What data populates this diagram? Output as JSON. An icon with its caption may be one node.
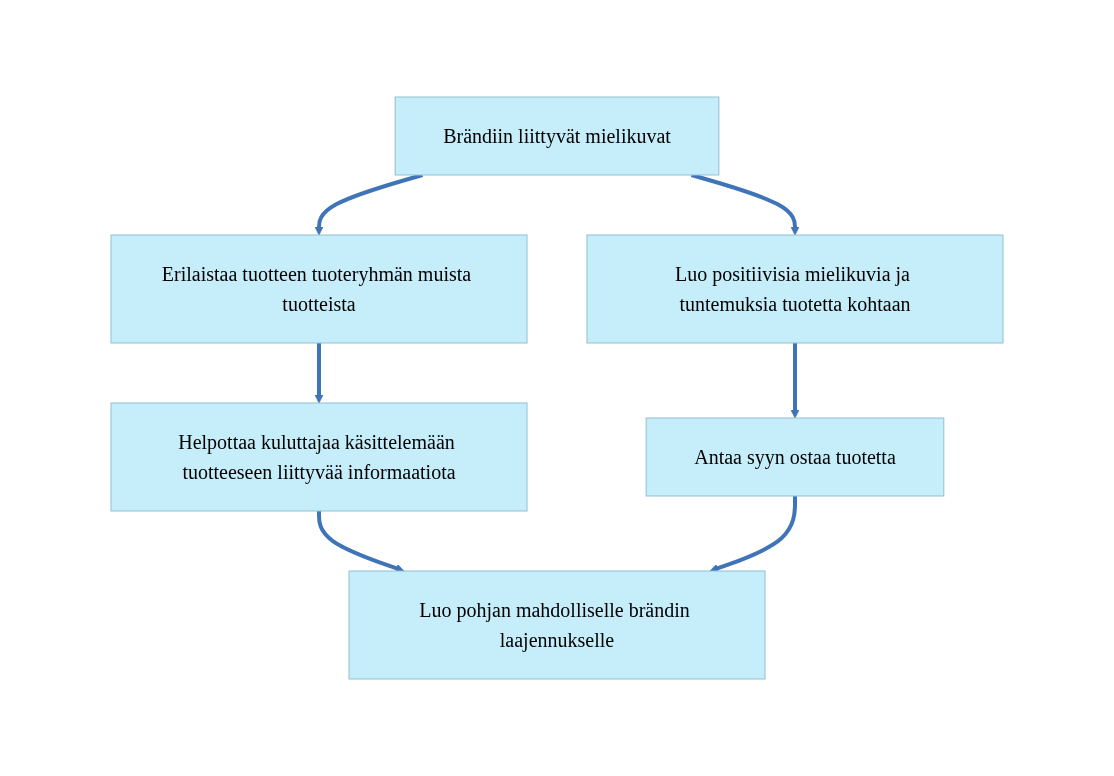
{
  "diagram": {
    "nodes": [
      {
        "text": [
          "Brändiin liittyvät mielikuvat"
        ]
      },
      {
        "text": [
          "Erilaistaa tuotteen tuoteryhmän muista tuotteista"
        ]
      },
      {
        "text": [
          "Luo positiivisia mielikuvia ja tuntemuksia tuotetta kohtaan"
        ]
      },
      {
        "text": [
          "Helpottaa kuluttajaa käsittelemään tuotteeseen liittyvää informaatiota"
        ]
      },
      {
        "text": [
          "Antaa syyn ostaa tuotetta"
        ]
      },
      {
        "text": [
          "Luo pohjan mahdolliselle brändin laajennukselle"
        ]
      }
    ],
    "edges": [
      {
        "from": 0,
        "to": 1,
        "arrow": "to"
      },
      {
        "from": 0,
        "to": 2,
        "arrow": "to"
      },
      {
        "from": 1,
        "to": 3,
        "arrow": "to"
      },
      {
        "from": 2,
        "to": 4,
        "arrow": "to"
      },
      {
        "from": 3,
        "to": 5,
        "arrow": "to"
      },
      {
        "from": 4,
        "to": 5,
        "arrow": "to"
      }
    ]
  }
}
